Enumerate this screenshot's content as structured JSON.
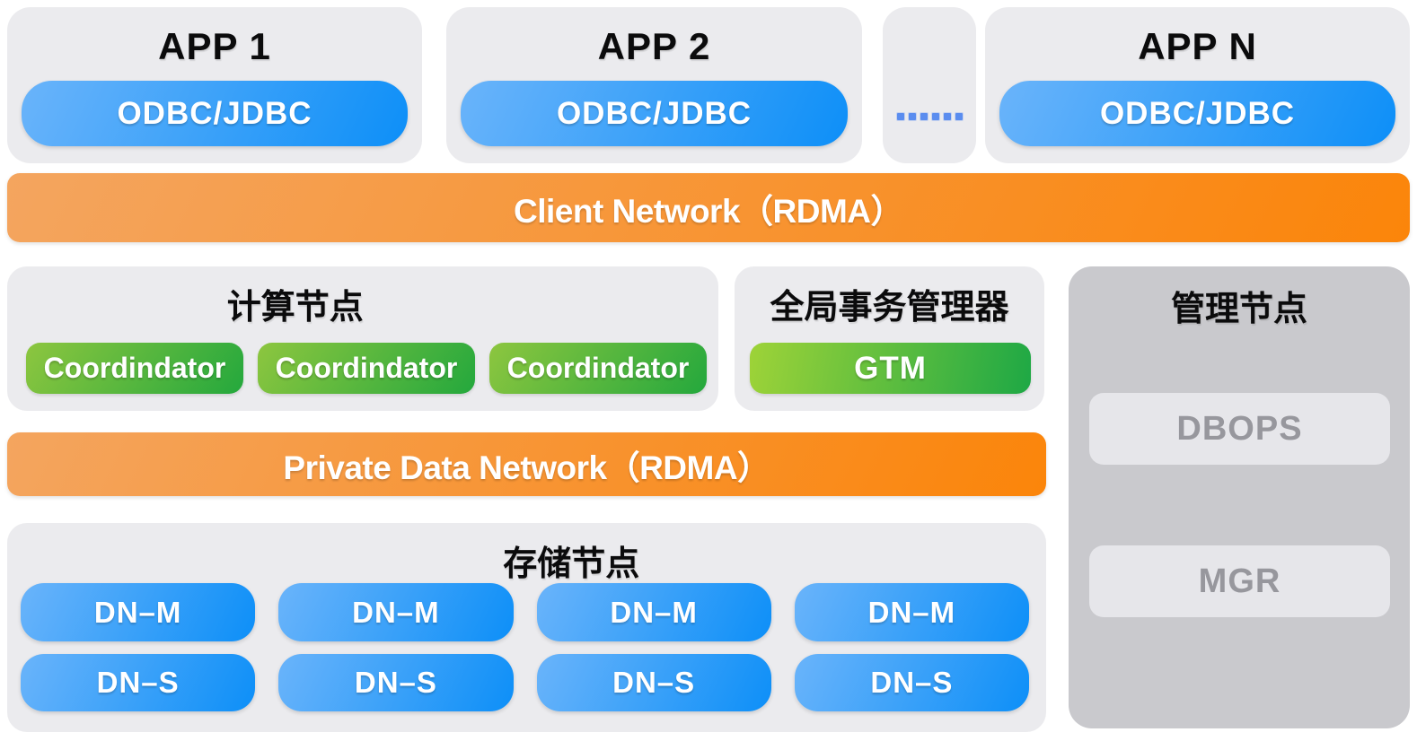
{
  "app_row": {
    "apps": [
      {
        "title": "APP 1",
        "button": "ODBC/JDBC"
      },
      {
        "title": "APP 2",
        "button": "ODBC/JDBC"
      },
      {
        "title": "APP N",
        "button": "ODBC/JDBC"
      }
    ],
    "ellipsis_dot_count": 6
  },
  "client_network": {
    "label": "Client Network（RDMA）"
  },
  "compute": {
    "title": "计算节点",
    "nodes": [
      "Coordindator",
      "Coordindator",
      "Coordindator"
    ]
  },
  "gtm": {
    "title": "全局事务管理器",
    "button": "GTM"
  },
  "management": {
    "title": "管理节点",
    "items": [
      "DBOPS",
      "MGR"
    ]
  },
  "private_network": {
    "label": "Private Data Network（RDMA）"
  },
  "storage": {
    "title": "存储节点",
    "master_nodes": [
      "DN–M",
      "DN–M",
      "DN–M",
      "DN–M"
    ],
    "standby_nodes": [
      "DN–S",
      "DN–S",
      "DN–S",
      "DN–S"
    ]
  },
  "colors": {
    "panel_bg": "#ebebee",
    "management_panel_bg": "#c9c9cd",
    "inner_box_bg": "#e6e6ea",
    "inner_box_text": "#97979d",
    "blue_gradient": [
      "#6ab4fa",
      "#0d8ff8"
    ],
    "orange_gradient": [
      "#f4a55f",
      "#fb850a"
    ],
    "coordinator_green_gradient": [
      "#8dc63f",
      "#24a83d"
    ],
    "gtm_green_gradient": [
      "#9ed338",
      "#1ea845"
    ],
    "ellipsis_dots": "#5b8def",
    "title_text": "#0b0b0c"
  }
}
